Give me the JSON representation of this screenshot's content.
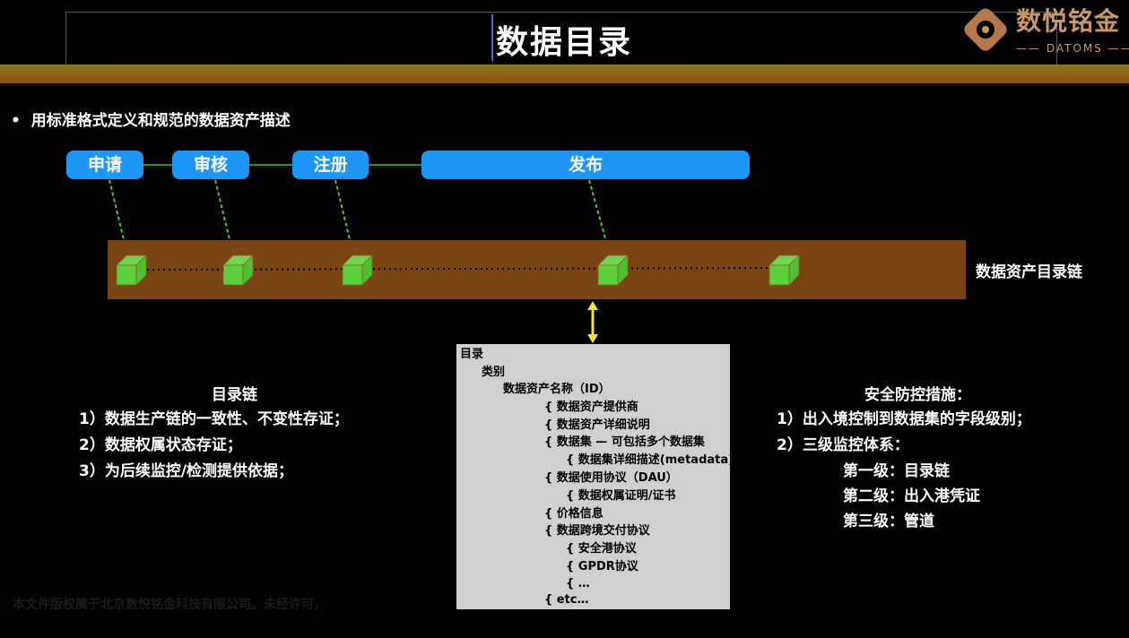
{
  "header": {
    "title": "数据目录",
    "logo": {
      "name": "数悦铭金",
      "sub": "—— DATOMS ——"
    }
  },
  "bullet": "用标准格式定义和规范的数据资产描述",
  "steps": [
    "申请",
    "审核",
    "注册",
    "发布"
  ],
  "chain_label": "数据资产目录链",
  "left": {
    "heading": "目录链",
    "items": [
      "1）数据生产链的一致性、不变性存证；",
      "2）数据权属状态存证；",
      "3）为后续监控/检测提供依据；"
    ]
  },
  "right": {
    "heading": "安全防控措施：",
    "items": [
      "1）出入境控制到数据集的字段级别；",
      "2）三级监控体系："
    ],
    "levels": [
      "第一级：目录链",
      "第二级：出入港凭证",
      "第三级：管道"
    ]
  },
  "catalog": [
    "目录",
    "类别",
    "数据资产名称（ID）",
    "{ 数据资产提供商",
    "{ 数据资产详细说明",
    "{ 数据集 — 可包括多个数据集",
    "{ 数据集详细描述(metadata)",
    "{ 数据使用协议（DAU）",
    "{ 数据权属证明/证书",
    "{ 价格信息",
    "{ 数据跨境交付协议",
    "{ 安全港协议",
    "{ GPDR协议",
    "{ …",
    "{ etc…"
  ],
  "footer": "本文件版权属于北京数悦铭金科技有限公司。未经许可，",
  "colors": {
    "pill": "#1e96f6",
    "chain": "#7b4513",
    "cube": "#5dcf3c",
    "arrow": "#f4e04a"
  }
}
